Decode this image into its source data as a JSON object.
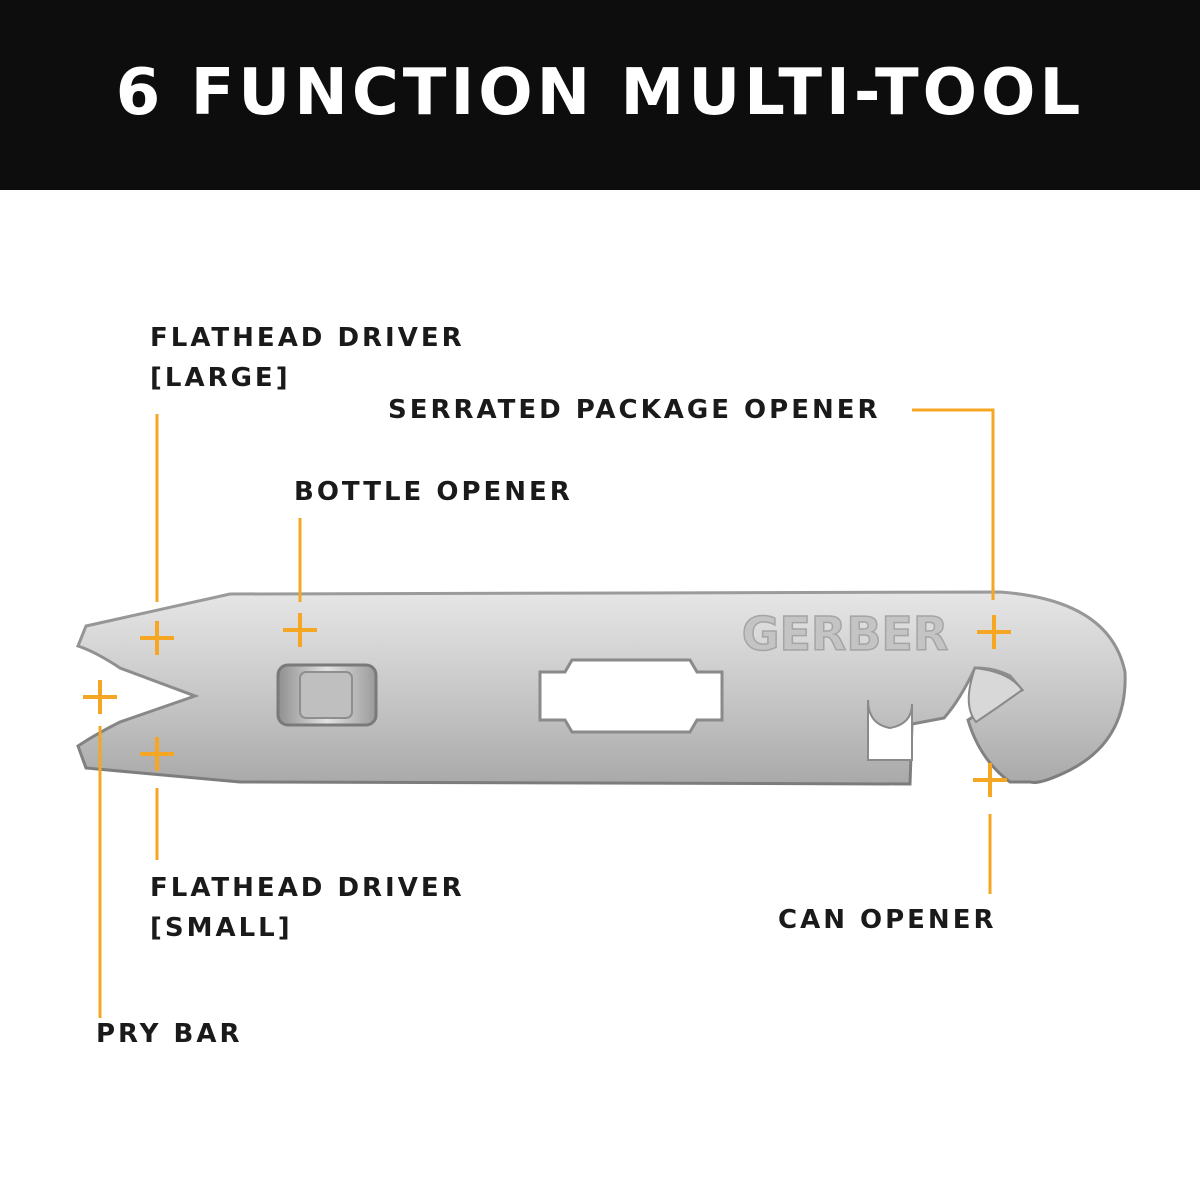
{
  "title": "6 FUNCTION MULTI-TOOL",
  "brand": "GERBER",
  "colors": {
    "banner_background": "#0d0d0e",
    "title_text": "#ffffff",
    "callout_orange": "#f5a623",
    "label_text": "#1a1a1a",
    "tool_steel": "#c9c9c9"
  },
  "callouts": {
    "flathead_large": {
      "line1": "FLATHEAD DRIVER",
      "line2": "[LARGE]"
    },
    "bottle_opener": {
      "line1": "BOTTLE OPENER"
    },
    "serrated_package_opener": {
      "line1": "SERRATED PACKAGE OPENER"
    },
    "flathead_small": {
      "line1": "FLATHEAD DRIVER",
      "line2": "[SMALL]"
    },
    "can_opener": {
      "line1": "CAN OPENER"
    },
    "pry_bar": {
      "line1": "PRY BAR"
    }
  },
  "icons": {
    "marker": "plus-marker-icon"
  }
}
